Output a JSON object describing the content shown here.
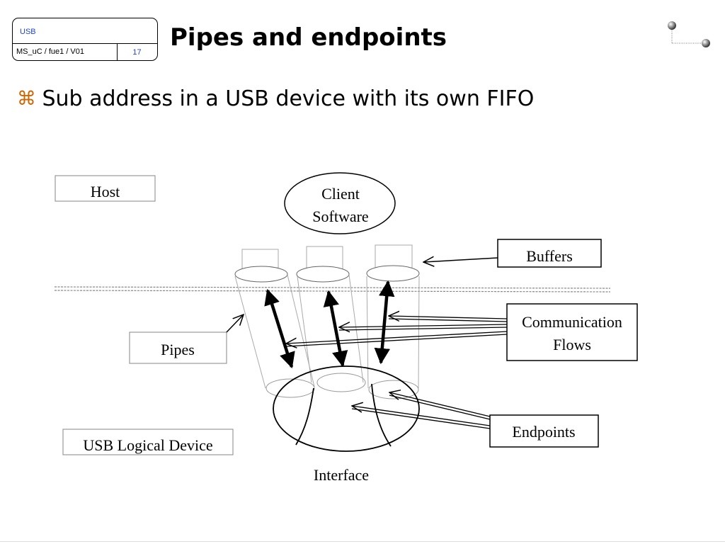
{
  "header": {
    "subject": "USB",
    "course": "MS_uC / fue1 / V01",
    "page": "17"
  },
  "title": "Pipes and endpoints",
  "bullet": {
    "glyph": "⌘",
    "text": "Sub address in a USB device with its own FIFO"
  },
  "diagram": {
    "labels": {
      "host": "Host",
      "client_line1": "Client",
      "client_line2": "Software",
      "buffers": "Buffers",
      "comm_line1": "Communication",
      "comm_line2": "Flows",
      "pipes": "Pipes",
      "endpoints": "Endpoints",
      "usb_logical_device": "USB Logical Device",
      "interface": "Interface"
    }
  },
  "colors": {
    "accent": "#2244cc",
    "bullet": "#cc6600"
  }
}
